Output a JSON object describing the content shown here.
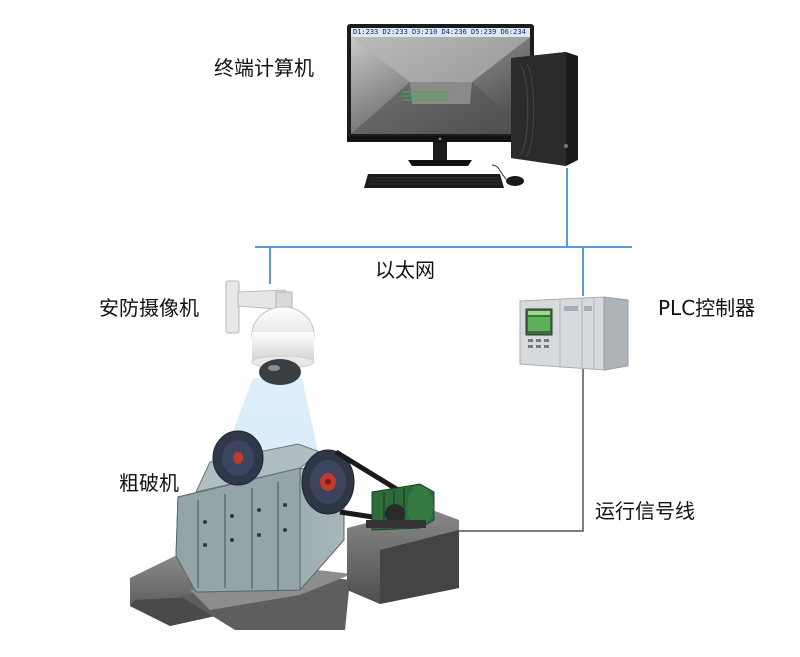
{
  "labels": {
    "terminal_computer": "终端计算机",
    "ethernet": "以太网",
    "security_camera": "安防摄像机",
    "plc_controller": "PLC控制器",
    "coarse_crusher": "粗破机",
    "run_signal_line": "运行信号线"
  },
  "monitor": {
    "status_bar": "D1:233 D2:233 D3:210 D4:236 D5:239 D6:234"
  },
  "colors": {
    "network_line": "#5b9bd5",
    "signal_line": "#555555",
    "camera_beam": "#cfe6f5",
    "crusher_body": "#8fa0a6",
    "crusher_red": "#c0392b",
    "motor_green": "#2e6b3a",
    "concrete": "#6f6f6f"
  }
}
